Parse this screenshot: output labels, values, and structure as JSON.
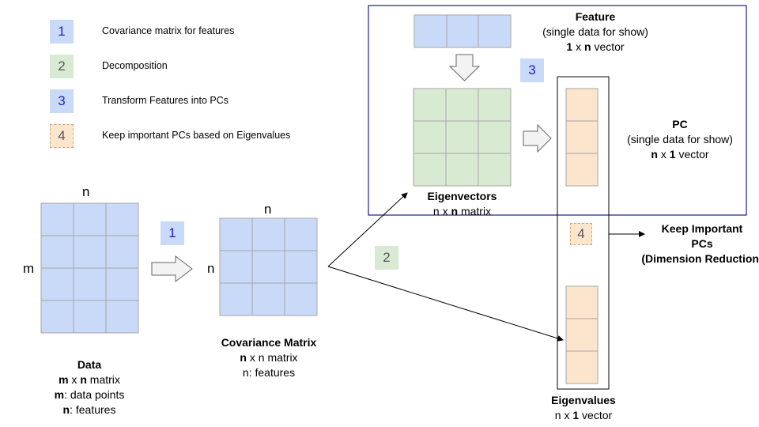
{
  "colors": {
    "blue_fill": "#c9daf8",
    "green_fill": "#d9ead3",
    "orange_fill": "#fce5cd",
    "grid_line": "#a6a6a6",
    "frame_blue": "#1c1c8c",
    "badge_blue_text": "#1f1fbf",
    "badge_green_text": "#555555",
    "badge_orange_text": "#555555"
  },
  "legend": [
    {
      "num": "1",
      "text": "Covariance matrix for features",
      "color": "blue"
    },
    {
      "num": "2",
      "text": "Decomposition",
      "color": "green"
    },
    {
      "num": "3",
      "text": "Transform Features into PCs",
      "color": "blue"
    },
    {
      "num": "4",
      "text": "Keep important PCs based on Eigenvalues",
      "color": "orange"
    }
  ],
  "data_matrix": {
    "top_label": "n",
    "side_label": "m",
    "caption": {
      "title": "Data",
      "line2_bold": "m",
      "line2_rest": " x ",
      "line2_bold2": "n",
      "line2_tail": " matrix",
      "line3_bold": "m",
      "line3_rest": ": data points",
      "line4_bold": "n",
      "line4_rest": ": features"
    }
  },
  "cov_matrix": {
    "top_label": "n",
    "side_label": "n",
    "caption": {
      "title": "Covariance Matrix",
      "line2_bold": "n",
      "line2_rest": " x n matrix",
      "line3": "n: features"
    }
  },
  "step_badges": {
    "one": "1",
    "two": "2",
    "three": "3",
    "four": "4"
  },
  "feature": {
    "title": "Feature",
    "sub": "(single data for show)",
    "vec_bold": "1",
    "vec_mid": " x ",
    "vec_bold2": "n",
    "vec_tail": " vector"
  },
  "eigenvectors": {
    "title": "Eigenvectors",
    "sub_pre": "n x ",
    "sub_bold": "n",
    "sub_tail": " matrix"
  },
  "pc": {
    "title": "PC",
    "sub": "(single data for show)",
    "vec_pre": "n",
    "vec_mid": " x ",
    "vec_bold": "1",
    "vec_tail": " vector"
  },
  "keep": {
    "line1": "Keep Important",
    "line2": "PCs",
    "line3": "(Dimension Reduction)"
  },
  "eigenvalues": {
    "title": "Eigenvalues",
    "sub_pre": "n x ",
    "sub_bold": "1",
    "sub_tail": " vector"
  }
}
